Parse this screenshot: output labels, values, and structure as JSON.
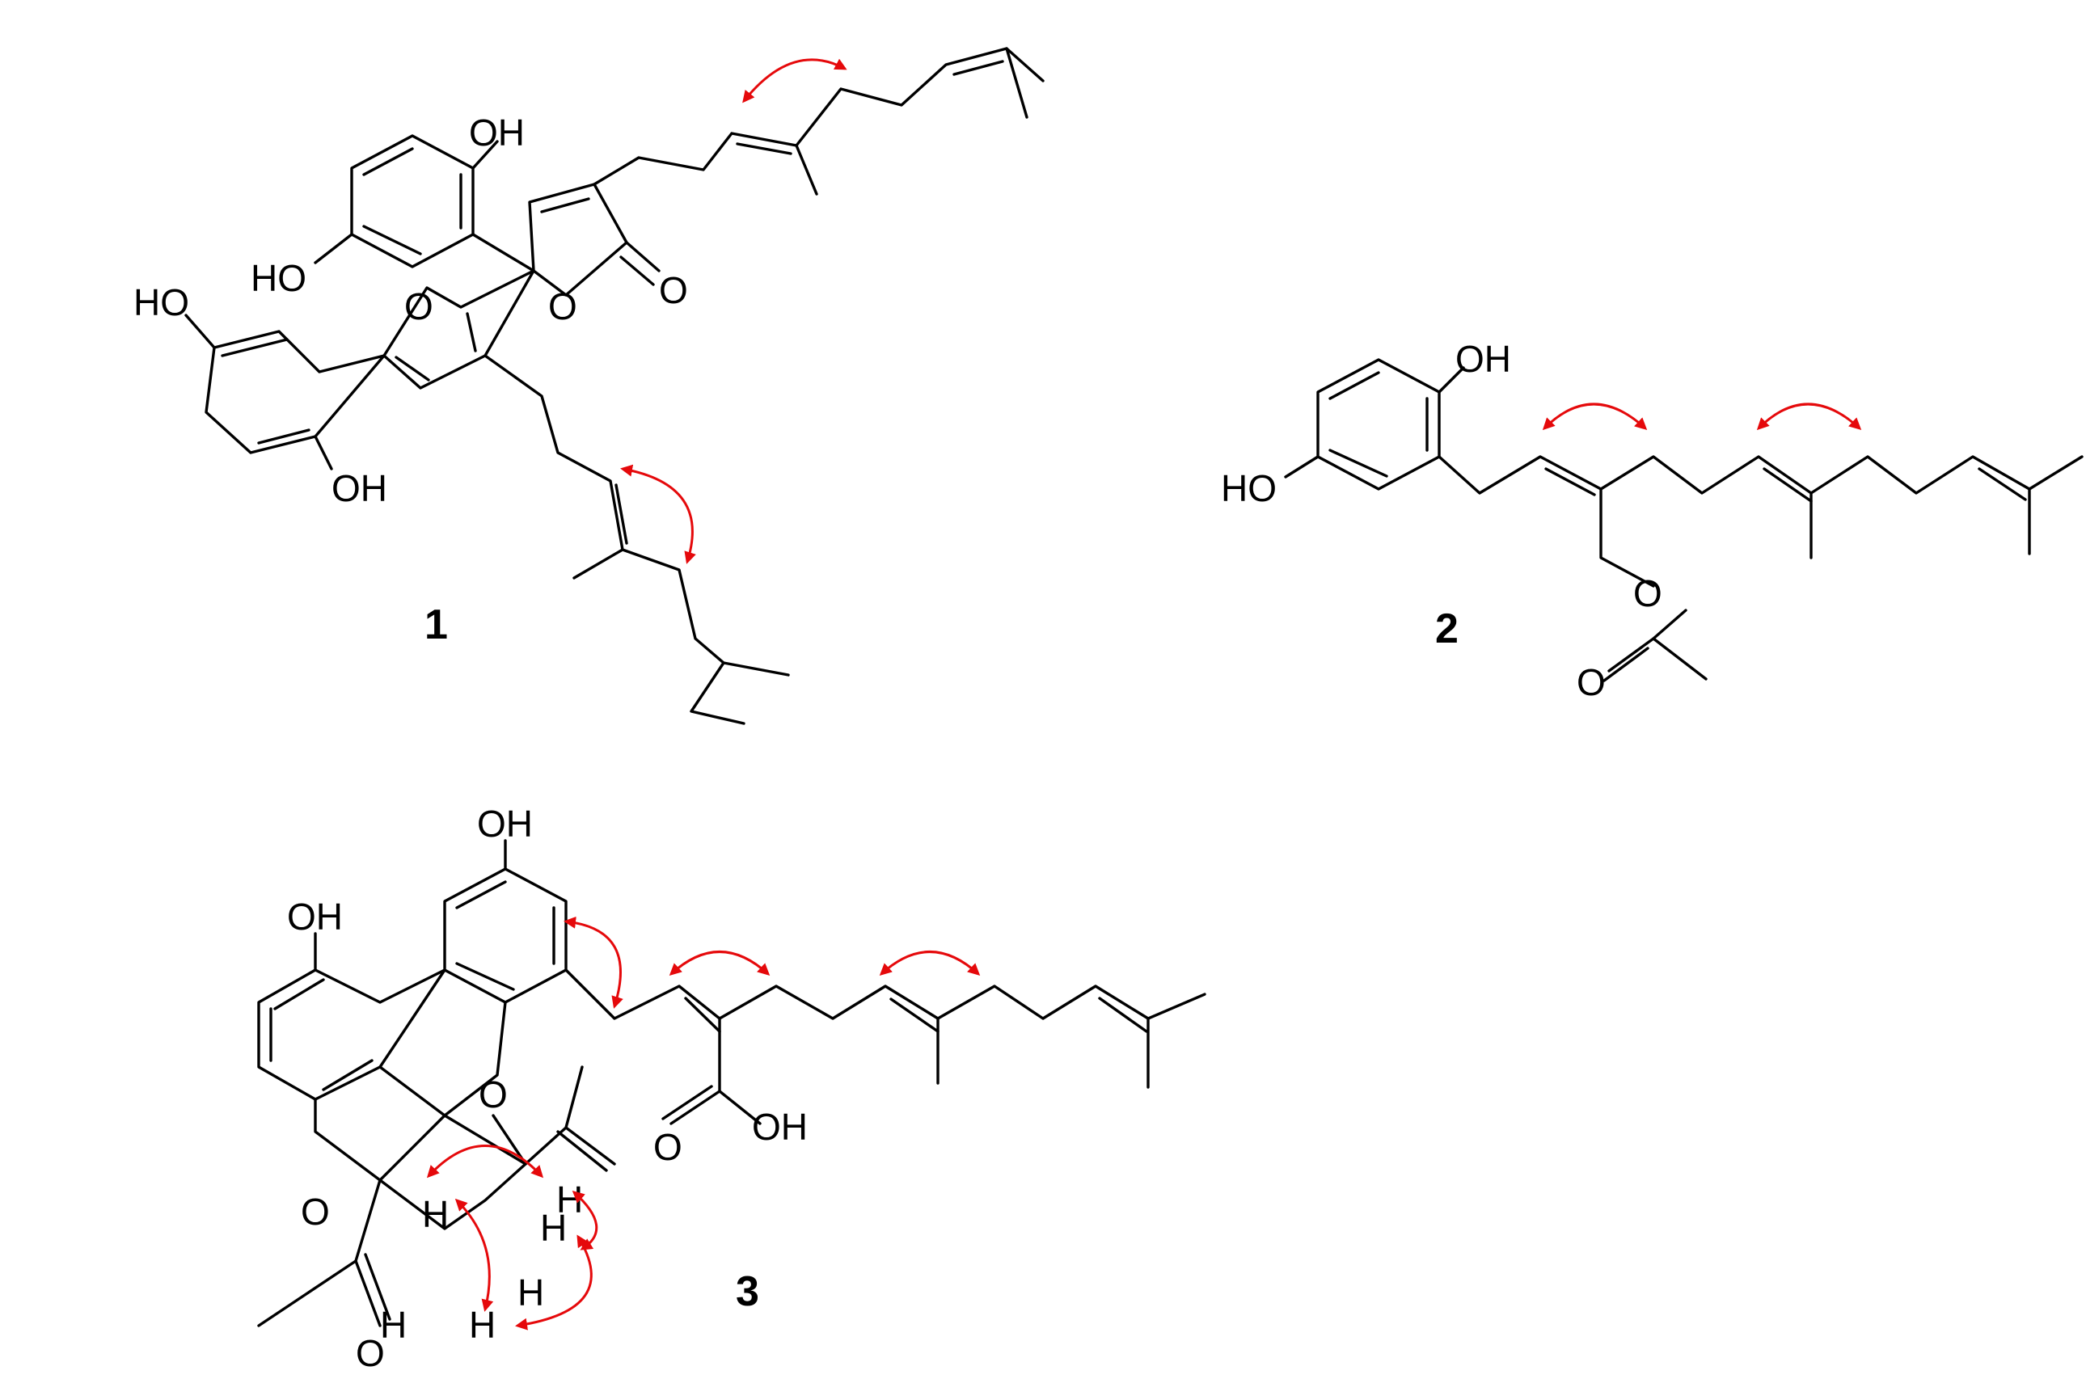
{
  "compounds": [
    {
      "label": "1"
    },
    {
      "label": "2"
    },
    {
      "label": "3"
    }
  ],
  "atom_labels": {
    "OH": "OH",
    "HO": "HO",
    "O": "O",
    "H": "H"
  },
  "colors": {
    "bond": "#000000",
    "noe_arrow": "#e5090b",
    "background": "#ffffff"
  }
}
